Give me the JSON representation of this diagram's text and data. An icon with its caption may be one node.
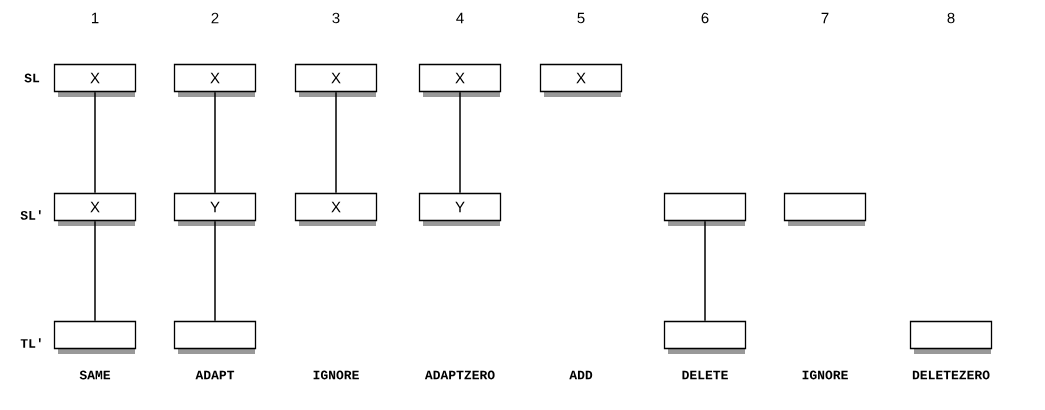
{
  "diagram": {
    "nodes": [
      {
        "text": [
          "X"
        ]
      },
      {
        "text": [
          "X"
        ]
      },
      {
        "text": [
          "X"
        ]
      },
      {
        "text": [
          "X"
        ]
      },
      {
        "text": [
          "X"
        ]
      },
      {
        "text": [
          "X"
        ]
      },
      {
        "text": [
          "Y"
        ]
      },
      {
        "text": [
          "X"
        ]
      },
      {
        "text": [
          "Y"
        ]
      },
      {
        "text": [],
        "shape": "box"
      },
      {
        "text": [],
        "shape": "box"
      },
      {
        "text": [],
        "shape": "box"
      },
      {
        "text": [],
        "shape": "box"
      },
      {
        "text": [],
        "shape": "box"
      },
      {
        "text": [],
        "shape": "box"
      }
    ],
    "edges": [
      {
        "from": 0,
        "to": 5,
        "arrow": "none"
      },
      {
        "from": 1,
        "to": 6,
        "arrow": "none"
      },
      {
        "from": 2,
        "to": 7,
        "arrow": "none"
      },
      {
        "from": 3,
        "to": 8,
        "arrow": "none"
      },
      {
        "from": 5,
        "to": 11,
        "arrow": "none"
      },
      {
        "from": 6,
        "to": 12,
        "arrow": "none"
      },
      {
        "from": 9,
        "to": 13,
        "arrow": "none"
      }
    ],
    "labels": [
      "1",
      "2",
      "3",
      "4",
      "5",
      "6",
      "7",
      "8",
      "SL",
      "SL'",
      "TL'",
      "SAME",
      "ADAPT",
      "IGNORE",
      "ADAPTZERO",
      "ADD",
      "DELETE",
      "IGNORE",
      "DELETEZERO"
    ]
  }
}
